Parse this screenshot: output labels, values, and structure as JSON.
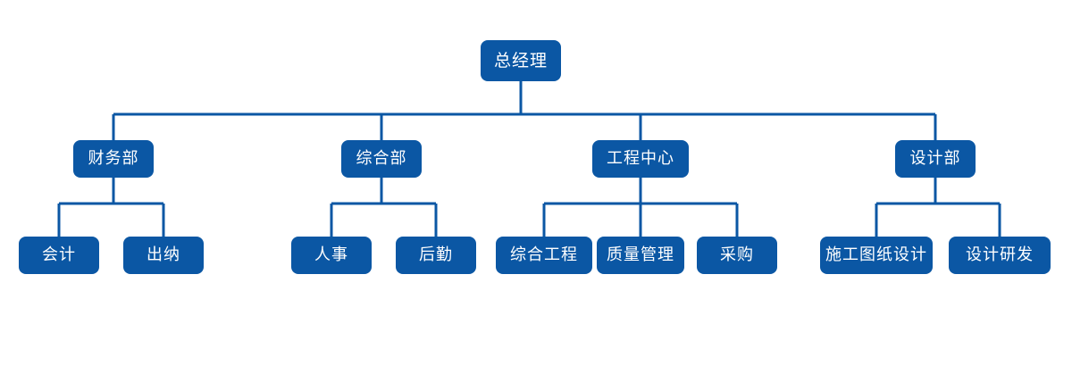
{
  "chart": {
    "type": "org-chart",
    "title": "",
    "theme": {
      "node_fill": "#0B57A4",
      "node_text": "#ffffff",
      "connector": "#0B57A4",
      "background": "#ffffff"
    },
    "root": {
      "id": "general-manager",
      "label": "总经理"
    },
    "departments": [
      {
        "id": "finance-dept",
        "label": "财务部",
        "children": [
          {
            "id": "accounting",
            "label": "会计"
          },
          {
            "id": "cashier",
            "label": "出纳"
          }
        ]
      },
      {
        "id": "general-affairs-dept",
        "label": "综合部",
        "children": [
          {
            "id": "human-resources",
            "label": "人事"
          },
          {
            "id": "logistics",
            "label": "后勤"
          }
        ]
      },
      {
        "id": "engineering-center",
        "label": "工程中心",
        "children": [
          {
            "id": "general-engineering",
            "label": "综合工程"
          },
          {
            "id": "quality-management",
            "label": "质量管理"
          },
          {
            "id": "procurement",
            "label": "采购"
          }
        ]
      },
      {
        "id": "design-dept",
        "label": "设计部",
        "children": [
          {
            "id": "construction-drawing-design",
            "label": "施工图纸设计"
          },
          {
            "id": "design-research-development",
            "label": "设计研发"
          }
        ]
      }
    ]
  }
}
